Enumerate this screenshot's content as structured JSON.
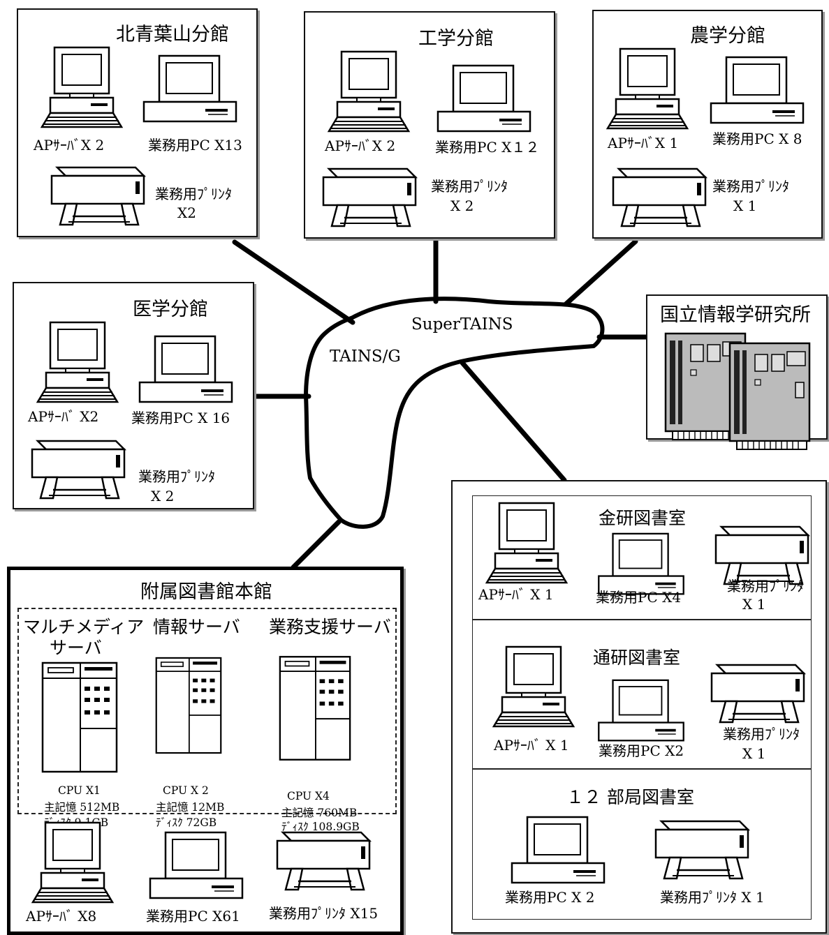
{
  "network": {
    "label_super": "SuperTAINS",
    "label_tains": "TAINS/G"
  },
  "kitaaoba": {
    "title": "北青葉山分館",
    "ap": "APｻｰﾊﾞX 2",
    "pc": "業務用PC X13",
    "printer_1": "業務用ﾌﾟﾘﾝﾀ",
    "printer_2": "X2"
  },
  "kougaku": {
    "title": "工学分館",
    "ap": "APｻｰﾊﾞX 2",
    "pc": "業務用PC X１２",
    "printer_1": "業務用ﾌﾟﾘﾝﾀ",
    "printer_2": "X 2"
  },
  "nougaku": {
    "title": "農学分館",
    "ap": "APｻｰﾊﾞX 1",
    "pc": "業務用PC X 8",
    "printer_1": "業務用ﾌﾟﾘﾝﾀ",
    "printer_2": "X 1"
  },
  "igaku": {
    "title": "医学分館",
    "ap": "APｻｰﾊﾞ X2",
    "pc": "業務用PC X 16",
    "printer_1": "業務用ﾌﾟﾘﾝﾀ",
    "printer_2": "X 2"
  },
  "nii": {
    "title": "国立情報学研究所"
  },
  "honkan": {
    "title": "附属図書館本館",
    "mm_1": "マルチメディア",
    "mm_2": "サーバ",
    "mm_cpu": "CPU X1",
    "mm_mem": "主記憶 512MB",
    "mm_disk": "ﾃﾞｨｽｸ 9.1GB",
    "info": "情報サーバ",
    "info_cpu": "CPU X 2",
    "info_mem": "主記憶 12MB",
    "info_disk": "ﾃﾞｨｽｸ 72GB",
    "biz": "業務支援サーバ",
    "biz_cpu": "CPU X4",
    "biz_mem": "主記憶 760MB",
    "biz_disk": "ﾃﾞｨｽｸ 108.9GB",
    "ap": "APｻｰﾊﾞ X8",
    "pc": "業務用PC X61",
    "printer": "業務用ﾌﾟﾘﾝﾀ X15"
  },
  "kinken": {
    "title": "金研図書室",
    "ap": "APｻｰﾊﾞ X 1",
    "pc": "業務用PC X4",
    "printer_1": "業務用ﾌﾟﾘﾝﾀ",
    "printer_2": "X 1"
  },
  "tsuken": {
    "title": "通研図書室",
    "ap": "APｻｰﾊﾞ X 1",
    "pc": "業務用PC X2",
    "printer_1": "業務用ﾌﾟﾘﾝﾀ",
    "printer_2": "X 1"
  },
  "bukyoku": {
    "title": "１２ 部局図書室",
    "pc": "業務用PC X 2",
    "printer": "業務用ﾌﾟﾘﾝﾀ X 1"
  }
}
